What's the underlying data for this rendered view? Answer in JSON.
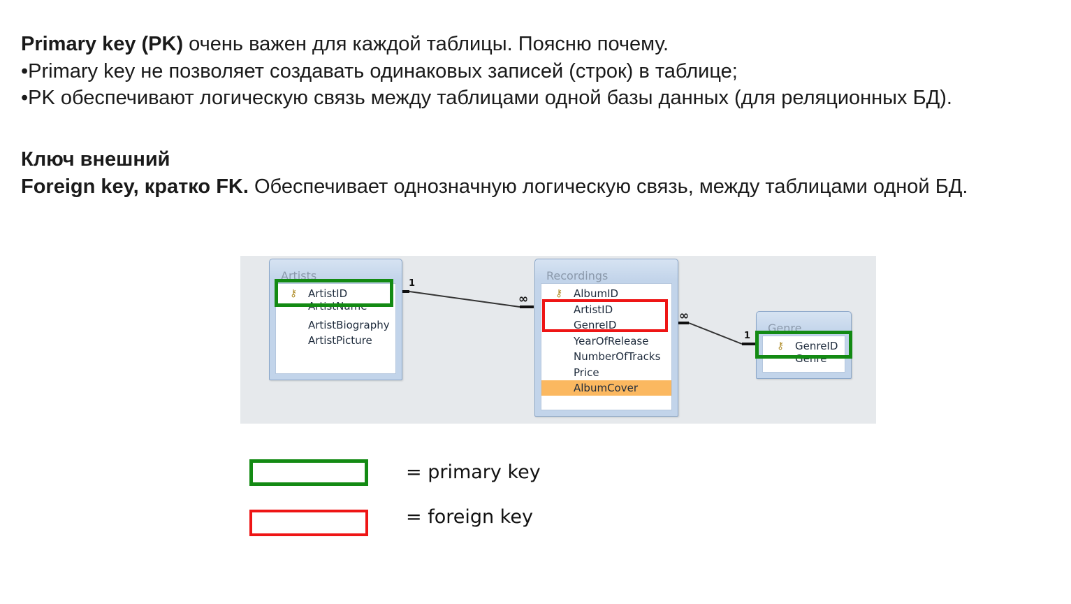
{
  "intro": {
    "line1_bold": "Primary key (PK)",
    "line1_rest": " очень важен для каждой таблицы. Поясню почему.",
    "line2": "•Primary key не позволяет создавать одинаковых записей (строк) в таблице;",
    "line3": "•PK обеспечивают логическую связь между таблицами одной базы данных (для реляционных БД)."
  },
  "fk_section": {
    "heading": "Ключ внешний",
    "line_bold": "Foreign key, кратко FK.",
    "line_rest": " Обеспечивает однозначную логическую связь, между таблицами одной БД."
  },
  "diagram": {
    "tables": [
      {
        "title": "Artists",
        "fields": [
          {
            "name": "ArtistID",
            "key": true
          },
          {
            "name": "ArtistName"
          },
          {
            "name": "ArtistBiography"
          },
          {
            "name": "ArtistPicture"
          }
        ]
      },
      {
        "title": "Recordings",
        "fields": [
          {
            "name": "AlbumID",
            "key": true
          },
          {
            "name": "ArtistID"
          },
          {
            "name": "GenreID"
          },
          {
            "name": "YearOfRelease"
          },
          {
            "name": "NumberOfTracks"
          },
          {
            "name": "Price"
          },
          {
            "name": "AlbumCover",
            "selected": true
          }
        ]
      },
      {
        "title": "Genre",
        "fields": [
          {
            "name": "GenreID",
            "key": true
          },
          {
            "name": "Genre"
          }
        ]
      }
    ],
    "relationships": [
      {
        "from": "Artists.ArtistID",
        "to": "Recordings.ArtistID",
        "from_label": "1",
        "to_label": "∞"
      },
      {
        "from": "Recordings.GenreID",
        "to": "Genre.GenreID",
        "from_label": "∞",
        "to_label": "1"
      }
    ],
    "colors": {
      "primary_key": "#138a13",
      "foreign_key": "#ee1515",
      "selected_row": "#fbb860"
    }
  },
  "legend": {
    "primary_label": "= primary key",
    "foreign_label": "= foreign key"
  }
}
